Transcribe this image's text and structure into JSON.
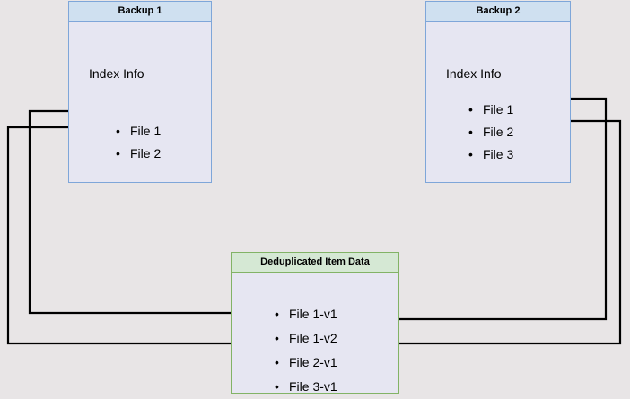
{
  "diagram": {
    "title": "Backup deduplication index diagram",
    "background_color": "#e8e5e6",
    "edge_color": "#000000",
    "nodes": [
      {
        "id": "backup1",
        "header": "Backup 1",
        "body_label": "Index Info",
        "border_color": "#7ea6d9",
        "header_color": "#cfe0f0",
        "fill_color": "#e6e6f2",
        "items": [
          "File 1",
          "File 2"
        ]
      },
      {
        "id": "backup2",
        "header": "Backup 2",
        "body_label": "Index Info",
        "border_color": "#7ea6d9",
        "header_color": "#cfe0f0",
        "fill_color": "#e6e6f2",
        "items": [
          "File 1",
          "File 2",
          "File 3"
        ]
      },
      {
        "id": "dedup",
        "header": "Deduplicated Item Data",
        "body_label": "",
        "border_color": "#82b366",
        "header_color": "#d5e8d4",
        "fill_color": "#e6e6f2",
        "items": [
          "File 1-v1",
          "File 1-v2",
          "File 2-v1",
          "File 3-v1"
        ]
      }
    ],
    "edges": [
      {
        "from": "backup1.File 1",
        "to": "dedup.File 1-v1"
      },
      {
        "from": "backup1.File 2",
        "to": "dedup.File 2-v1"
      },
      {
        "from": "backup2.File 1",
        "to": "dedup.File 1-v2"
      },
      {
        "from": "backup2.File 2",
        "to": "dedup.File 2-v1"
      }
    ]
  }
}
